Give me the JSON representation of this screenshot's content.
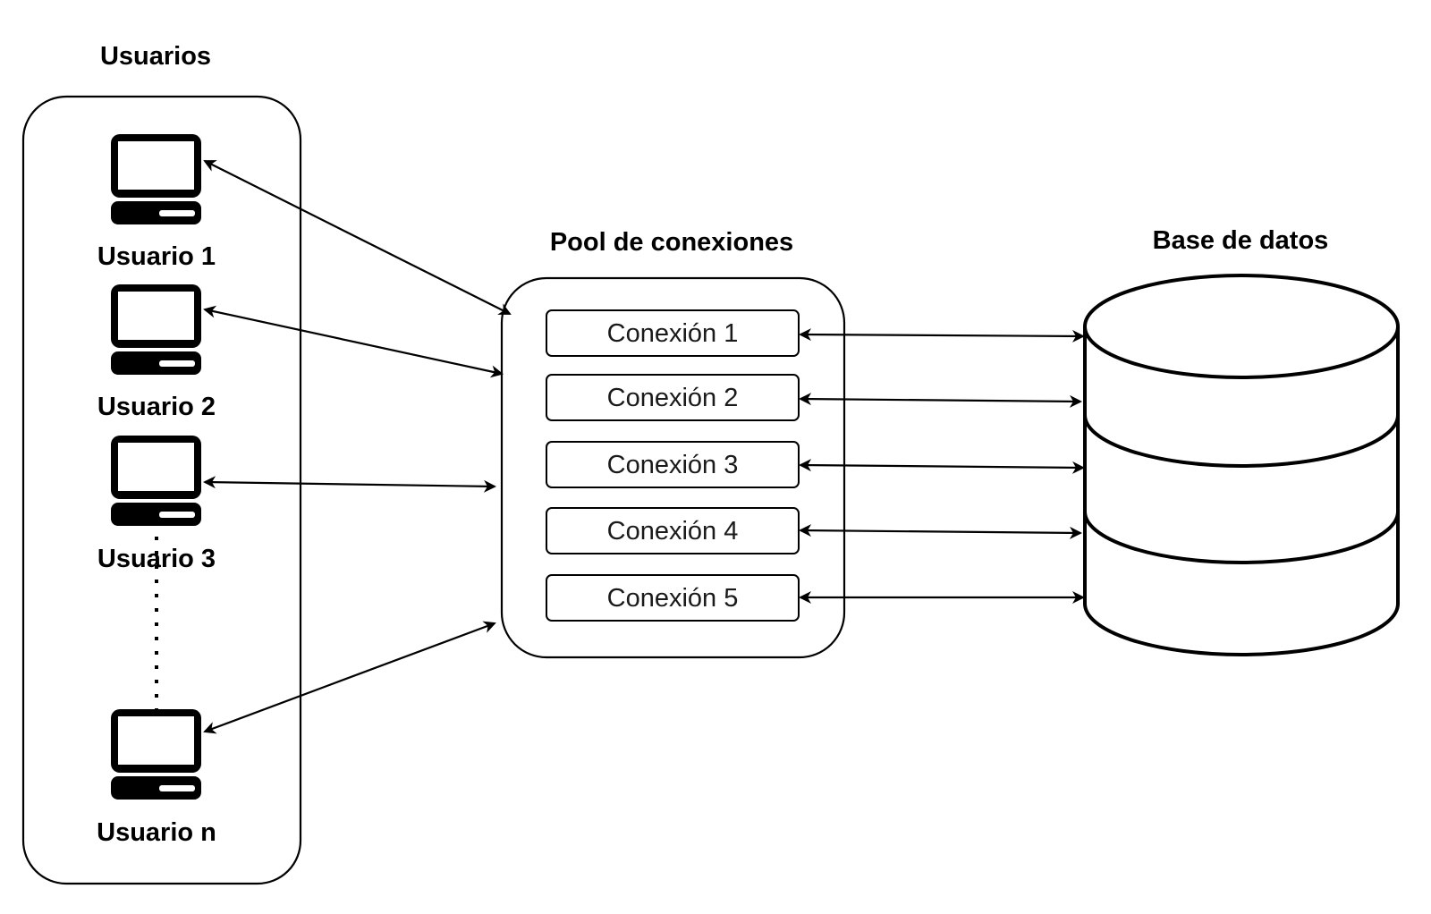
{
  "groups": {
    "users_title": "Usuarios",
    "pool_title": "Pool de conexiones",
    "database_title": "Base de datos"
  },
  "users": [
    {
      "label": "Usuario 1",
      "icon": "computer-icon"
    },
    {
      "label": "Usuario 2",
      "icon": "computer-icon"
    },
    {
      "label": "Usuario 3",
      "icon": "computer-icon"
    },
    {
      "label": "Usuario n",
      "icon": "computer-icon"
    }
  ],
  "connections": [
    {
      "label": "Conexión 1"
    },
    {
      "label": "Conexión 2"
    },
    {
      "label": "Conexión 3"
    },
    {
      "label": "Conexión 4"
    },
    {
      "label": "Conexión 5"
    }
  ],
  "database": {
    "icon": "database-icon"
  },
  "colors": {
    "stroke": "#000000",
    "background": "#ffffff"
  }
}
